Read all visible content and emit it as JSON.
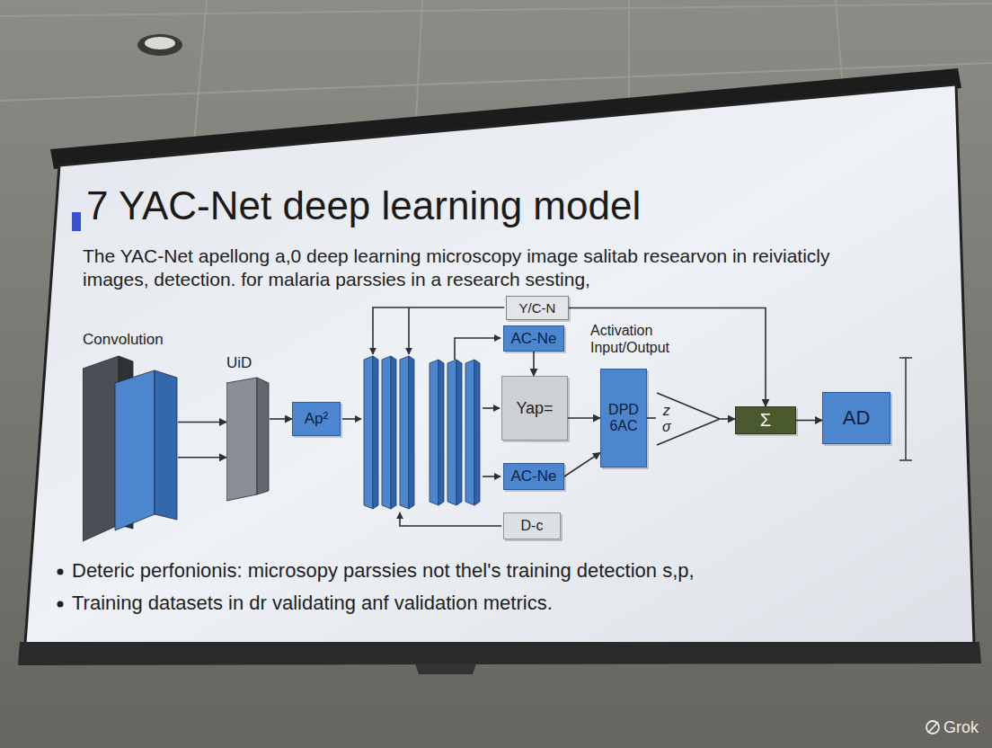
{
  "diagram": {
    "title": "7 YAC-Net deep learning model",
    "nodes": [
      {
        "text": [
          "Convolution"
        ]
      },
      {
        "text": [
          "UiD"
        ]
      },
      {
        "text": [
          "Ap²"
        ]
      },
      {
        "text": [
          "Y/C-N"
        ]
      },
      {
        "text": [
          "AC-Ne"
        ]
      },
      {
        "text": [
          "Yap="
        ]
      },
      {
        "text": [
          "AC-Ne"
        ]
      },
      {
        "text": [
          "D-c"
        ]
      },
      {
        "text": [
          "DPD 6AC"
        ]
      },
      {
        "text": [
          "z",
          "σ"
        ]
      },
      {
        "text": [
          "Σ"
        ]
      },
      {
        "text": [
          "AD"
        ]
      }
    ],
    "edges": [
      {
        "from": 0,
        "to": 1,
        "arrow": "to"
      },
      {
        "from": 0,
        "to": 1,
        "arrow": "to"
      },
      {
        "from": 1,
        "to": 2,
        "arrow": "to"
      },
      {
        "from": 3,
        "to": 10,
        "arrow": "to"
      },
      {
        "from": 4,
        "to": 5,
        "arrow": "to"
      },
      {
        "from": 5,
        "to": 8,
        "arrow": "to"
      },
      {
        "from": 6,
        "to": 8,
        "arrow": "to"
      },
      {
        "from": 8,
        "to": 9,
        "arrow": "none"
      },
      {
        "from": 9,
        "to": 10,
        "arrow": "to"
      },
      {
        "from": 10,
        "to": 11,
        "arrow": "to"
      }
    ],
    "labels": [
      "The YAC-Net apellong a,0 deep learning microscopy image salitab researvon in reiviaticly images, detection. for malaria parssies in a research sesting,",
      "Activation Input/Output",
      "Deteric perfonionis: microsopy parssies not thel's training detection s,p,",
      "Training datasets in dr validating anf validation metrics.",
      "Grok"
    ]
  }
}
